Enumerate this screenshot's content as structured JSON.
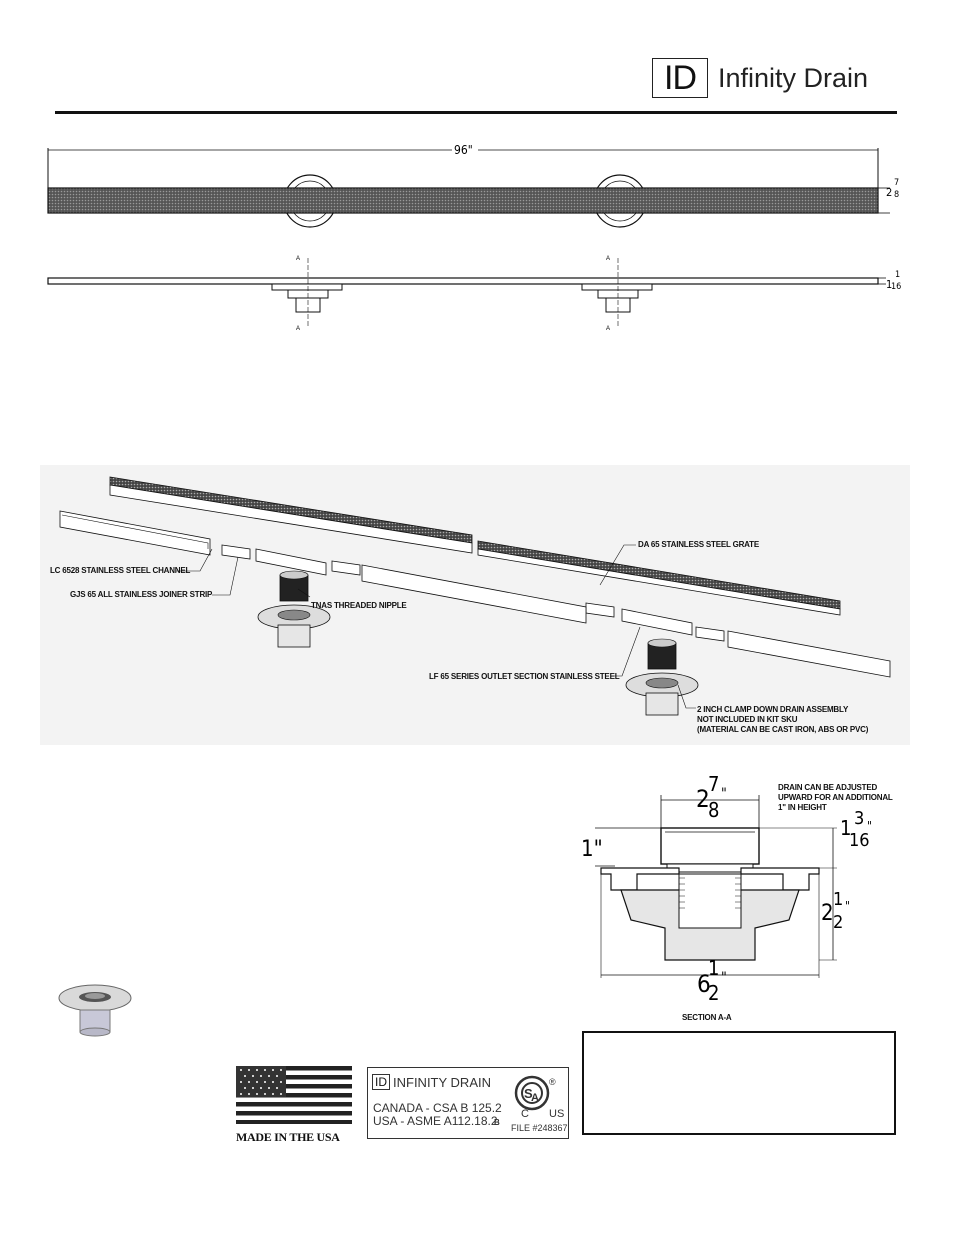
{
  "header": {
    "logo_mark": "ID",
    "brand_name": "Infinity Drain"
  },
  "plan_view": {
    "length": "96\"",
    "width_whole": "2",
    "width_num": "7",
    "width_den": "8",
    "height_whole": "1",
    "height_num": "1",
    "height_den": "16",
    "section_marker": "A"
  },
  "exploded_view": {
    "labels": {
      "channel": "LC 6528 STAINLESS STEEL CHANNEL",
      "joiner": "GJS 65 ALL STAINLESS JOINER STRIP",
      "nipple": "TNAS THREADED NIPPLE",
      "grate": "DA 65 STAINLESS STEEL GRATE",
      "outlet": "LF 65 SERIES OUTLET SECTION STAINLESS STEEL",
      "drain_line1": "2 INCH CLAMP DOWN DRAIN ASSEMBLY",
      "drain_line2": "NOT INCLUDED IN KIT SKU",
      "drain_line3": "(MATERIAL CAN BE CAST IRON, ABS OR PVC)"
    }
  },
  "section_view": {
    "title": "SECTION A-A",
    "note_line1": "DRAIN CAN BE ADJUSTED",
    "note_line2": "UPWARD FOR AN ADDITIONAL",
    "note_line3": "1\" IN HEIGHT",
    "top_whole": "2",
    "top_num": "7",
    "top_den": "8",
    "right_whole": "1",
    "right_num": "3",
    "right_den": "16",
    "left_dim": "1\"",
    "side_whole": "2",
    "side_num": "1",
    "side_den": "2",
    "bottom_whole": "6",
    "bottom_num": "1",
    "bottom_den": "2",
    "inch_mark": "\""
  },
  "certification": {
    "made_in": "MADE IN THE USA",
    "csa_logo_mark": "ID",
    "csa_brand": "INFINITY DRAIN",
    "canada": "CANADA - CSA B 125.2",
    "usa": "USA - ASME A112.18.2",
    "csa_c": "C",
    "csa_us": "US",
    "file_no": "FILE #248367",
    "csa_reg": "®",
    "csa_b": "B"
  },
  "colors": {
    "line": "#111111",
    "grate_fill": "#3a3a3a",
    "light_fill": "#e6e6e6"
  }
}
